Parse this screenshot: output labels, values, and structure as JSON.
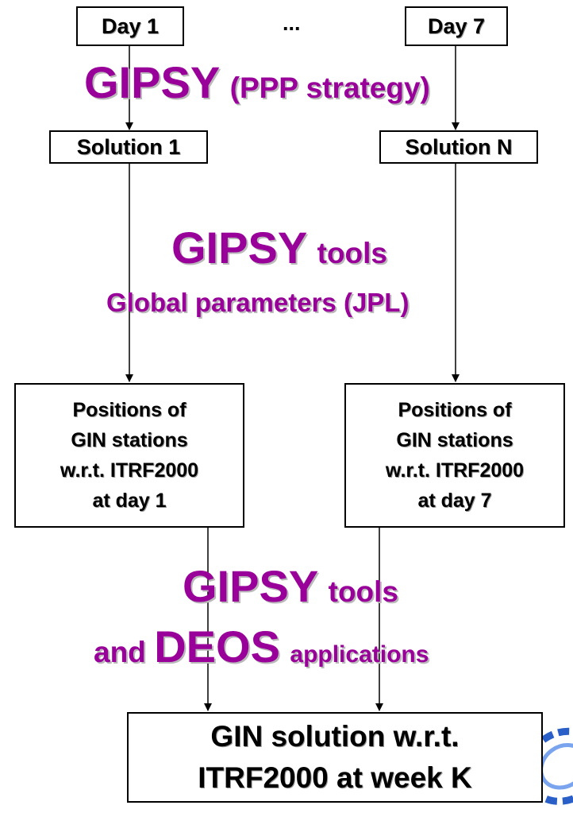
{
  "boxes": {
    "day1": "Day 1",
    "day7": "Day 7",
    "solution1": "Solution 1",
    "solutionN": "Solution N",
    "positions_left": [
      "Positions of",
      "GIN stations",
      "w.r.t. ITRF2000",
      "at day 1"
    ],
    "positions_right": [
      "Positions of",
      "GIN stations",
      "w.r.t. ITRF2000",
      "at day 7"
    ],
    "final": [
      "GIN solution w.r.t.",
      "ITRF2000 at week K"
    ]
  },
  "ellipsis": "...",
  "steps": {
    "ppp": {
      "main": "GIPSY",
      "sub": "(PPP strategy)"
    },
    "tools": {
      "main": "GIPSY",
      "sub": "tools",
      "line2": "Global parameters (JPL)"
    },
    "combine": {
      "main": "GIPSY",
      "sub": "tools",
      "and": "and",
      "main2": "DEOS",
      "sub2": "applications"
    }
  },
  "colors": {
    "accent": "#990099",
    "line": "#000000",
    "logo": "#2a5fc8"
  }
}
